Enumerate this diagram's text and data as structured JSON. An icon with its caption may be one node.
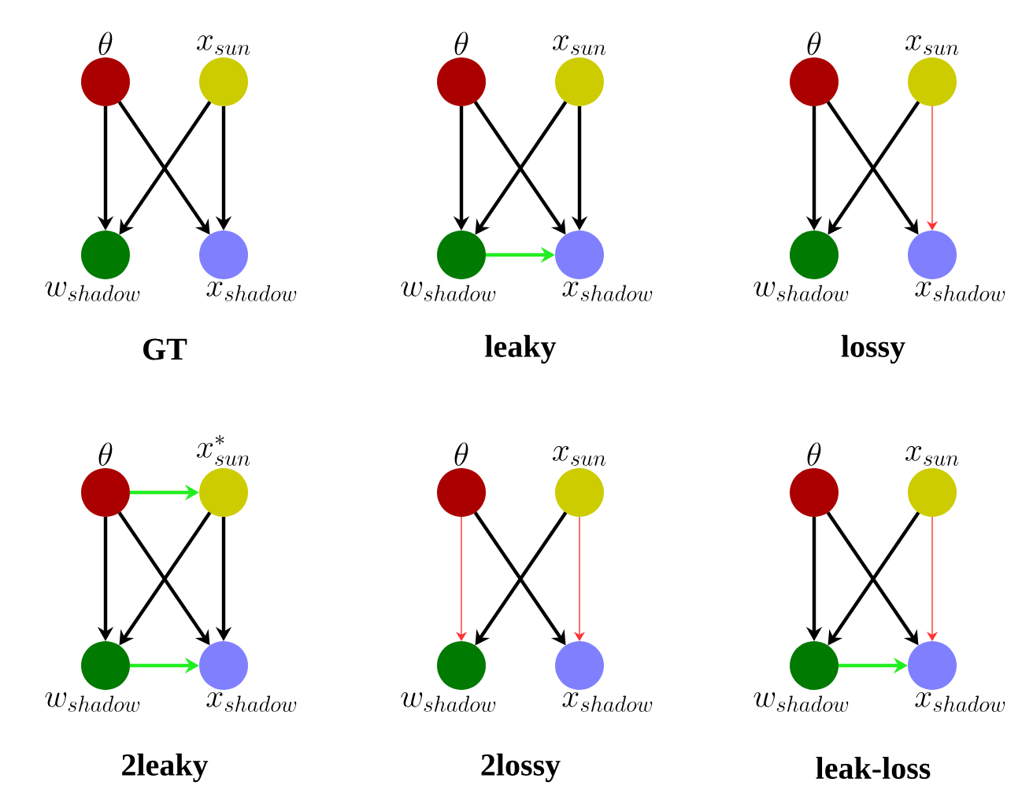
{
  "diagram": {
    "nodes": [
      {
        "text": [
          "\\theta"
        ]
      },
      {
        "text": [
          "x_{sun}"
        ]
      },
      {
        "text": [
          "w_{shadow}"
        ]
      },
      {
        "text": [
          "x_{shadow}"
        ]
      },
      {
        "text": [
          "\\theta"
        ]
      },
      {
        "text": [
          "x_{sun}"
        ]
      },
      {
        "text": [
          "w_{shadow}"
        ]
      },
      {
        "text": [
          "x_{shadow}"
        ]
      },
      {
        "text": [
          "\\theta"
        ]
      },
      {
        "text": [
          "x_{sun}"
        ]
      },
      {
        "text": [
          "w_{shadow}"
        ]
      },
      {
        "text": [
          "x_{shadow}"
        ]
      },
      {
        "text": [
          "\\theta"
        ]
      },
      {
        "text": [
          "x^*_{sun}"
        ]
      },
      {
        "text": [
          "w_{shadow}"
        ]
      },
      {
        "text": [
          "x_{shadow}"
        ]
      },
      {
        "text": [
          "\\theta"
        ]
      },
      {
        "text": [
          "x_{sun}"
        ]
      },
      {
        "text": [
          "w_{shadow}"
        ]
      },
      {
        "text": [
          "x_{shadow}"
        ]
      },
      {
        "text": [
          "\\theta"
        ]
      },
      {
        "text": [
          "x_{sun}"
        ]
      },
      {
        "text": [
          "w_{shadow}"
        ]
      },
      {
        "text": [
          "x_{shadow}"
        ]
      }
    ],
    "edges": [
      {
        "from": 0,
        "to": 2,
        "arrow": "to"
      },
      {
        "from": 0,
        "to": 3,
        "arrow": "to"
      },
      {
        "from": 1,
        "to": 2,
        "arrow": "to"
      },
      {
        "from": 1,
        "to": 3,
        "arrow": "to"
      },
      {
        "from": 4,
        "to": 6,
        "arrow": "to"
      },
      {
        "from": 4,
        "to": 7,
        "arrow": "to"
      },
      {
        "from": 5,
        "to": 6,
        "arrow": "to"
      },
      {
        "from": 5,
        "to": 7,
        "arrow": "to"
      },
      {
        "from": 6,
        "to": 7,
        "arrow": "to",
        "color": "#22ee22"
      },
      {
        "from": 8,
        "to": 10,
        "arrow": "to"
      },
      {
        "from": 8,
        "to": 11,
        "arrow": "to"
      },
      {
        "from": 9,
        "to": 10,
        "arrow": "to"
      },
      {
        "from": 9,
        "to": 11,
        "arrow": "to",
        "color": "#ff3333"
      },
      {
        "from": 12,
        "to": 13,
        "arrow": "to",
        "color": "#22ee22"
      },
      {
        "from": 12,
        "to": 14,
        "arrow": "to"
      },
      {
        "from": 12,
        "to": 15,
        "arrow": "to"
      },
      {
        "from": 13,
        "to": 14,
        "arrow": "to"
      },
      {
        "from": 13,
        "to": 15,
        "arrow": "to"
      },
      {
        "from": 14,
        "to": 15,
        "arrow": "to",
        "color": "#22ee22"
      },
      {
        "from": 16,
        "to": 18,
        "arrow": "to",
        "color": "#ff3333"
      },
      {
        "from": 16,
        "to": 19,
        "arrow": "to"
      },
      {
        "from": 17,
        "to": 18,
        "arrow": "to"
      },
      {
        "from": 17,
        "to": 19,
        "arrow": "to",
        "color": "#ff3333"
      },
      {
        "from": 20,
        "to": 22,
        "arrow": "to"
      },
      {
        "from": 20,
        "to": 23,
        "arrow": "to"
      },
      {
        "from": 21,
        "to": 22,
        "arrow": "to"
      },
      {
        "from": 21,
        "to": 23,
        "arrow": "to",
        "color": "#ff3333"
      },
      {
        "from": 22,
        "to": 23,
        "arrow": "to",
        "color": "#22ee22"
      }
    ],
    "labels": [
      "GT",
      "leaky",
      "lossy",
      "2leaky",
      "2lossy",
      "leak-loss"
    ]
  }
}
